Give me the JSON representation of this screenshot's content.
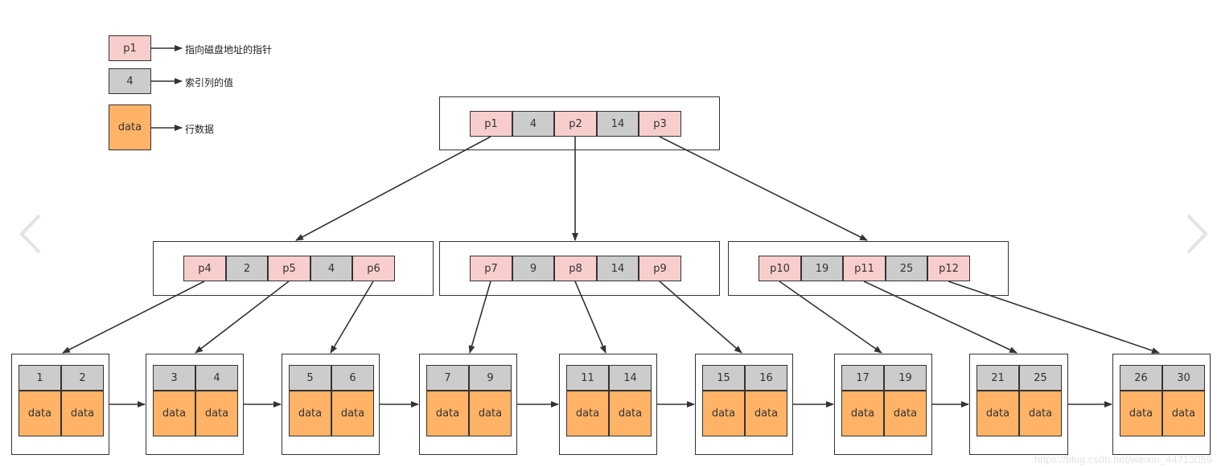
{
  "legend": [
    {
      "label": "p1",
      "kind": "ptr",
      "desc": "指向磁盘地址的指针"
    },
    {
      "label": "4",
      "kind": "key",
      "desc": "索引列的值"
    },
    {
      "label": "data",
      "kind": "dat",
      "desc": "行数据"
    }
  ],
  "root": {
    "cells": [
      "p1",
      "4",
      "p2",
      "14",
      "p3"
    ]
  },
  "internal": [
    {
      "cells": [
        "p4",
        "2",
        "p5",
        "4",
        "p6"
      ]
    },
    {
      "cells": [
        "p7",
        "9",
        "p8",
        "14",
        "p9"
      ]
    },
    {
      "cells": [
        "p10",
        "19",
        "p11",
        "25",
        "p12"
      ]
    }
  ],
  "leaves": [
    {
      "keys": [
        "1",
        "2"
      ],
      "data": [
        "data",
        "data"
      ]
    },
    {
      "keys": [
        "3",
        "4"
      ],
      "data": [
        "data",
        "data"
      ]
    },
    {
      "keys": [
        "5",
        "6"
      ],
      "data": [
        "data",
        "data"
      ]
    },
    {
      "keys": [
        "7",
        "9"
      ],
      "data": [
        "data",
        "data"
      ]
    },
    {
      "keys": [
        "11",
        "14"
      ],
      "data": [
        "data",
        "data"
      ]
    },
    {
      "keys": [
        "15",
        "16"
      ],
      "data": [
        "data",
        "data"
      ]
    },
    {
      "keys": [
        "17",
        "19"
      ],
      "data": [
        "data",
        "data"
      ]
    },
    {
      "keys": [
        "21",
        "25"
      ],
      "data": [
        "data",
        "data"
      ]
    },
    {
      "keys": [
        "26",
        "30"
      ],
      "data": [
        "data",
        "data"
      ]
    }
  ],
  "watermark": "https://blog.csdn.net/weixin_44713059",
  "colors": {
    "pointer": "#f8cecc",
    "key": "#cccccc",
    "data": "#ffb366",
    "line": "#333333"
  }
}
